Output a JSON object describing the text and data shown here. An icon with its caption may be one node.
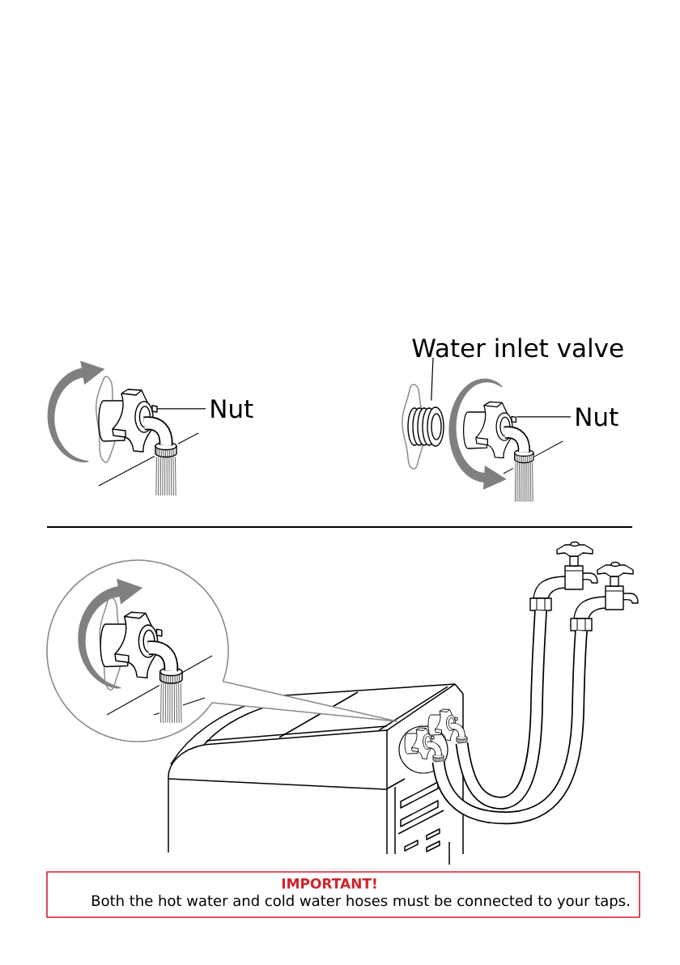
{
  "diagram": {
    "nodes": [
      {
        "text": [
          "Nut"
        ]
      },
      {
        "text": [],
        "shape": "picture"
      },
      {
        "text": [
          "Water inlet valve"
        ]
      },
      {
        "text": [],
        "shape": "picture"
      },
      {
        "text": [
          "Nut"
        ]
      },
      {
        "text": [],
        "shape": "picture"
      },
      {
        "text": [],
        "shape": "picture"
      },
      {
        "text": [],
        "shape": "picture"
      },
      {
        "text": [],
        "shape": "picture"
      },
      {
        "text": [],
        "shape": "picture"
      },
      {
        "text": [],
        "shape": "picture"
      },
      {
        "text": [
          "IMPORTANT!",
          "Both the hot water and cold water hoses must be connected to your taps."
        ]
      }
    ],
    "edges": [
      {
        "from": 0,
        "to": 1,
        "arrow": "none"
      },
      {
        "from": 2,
        "to": 3,
        "arrow": "none"
      },
      {
        "from": 4,
        "to": 5,
        "arrow": "none"
      },
      {
        "from": 9,
        "to": 6,
        "arrow": "none",
        "style": "thick"
      },
      {
        "from": 10,
        "to": 7,
        "arrow": "none",
        "style": "thick"
      }
    ]
  }
}
